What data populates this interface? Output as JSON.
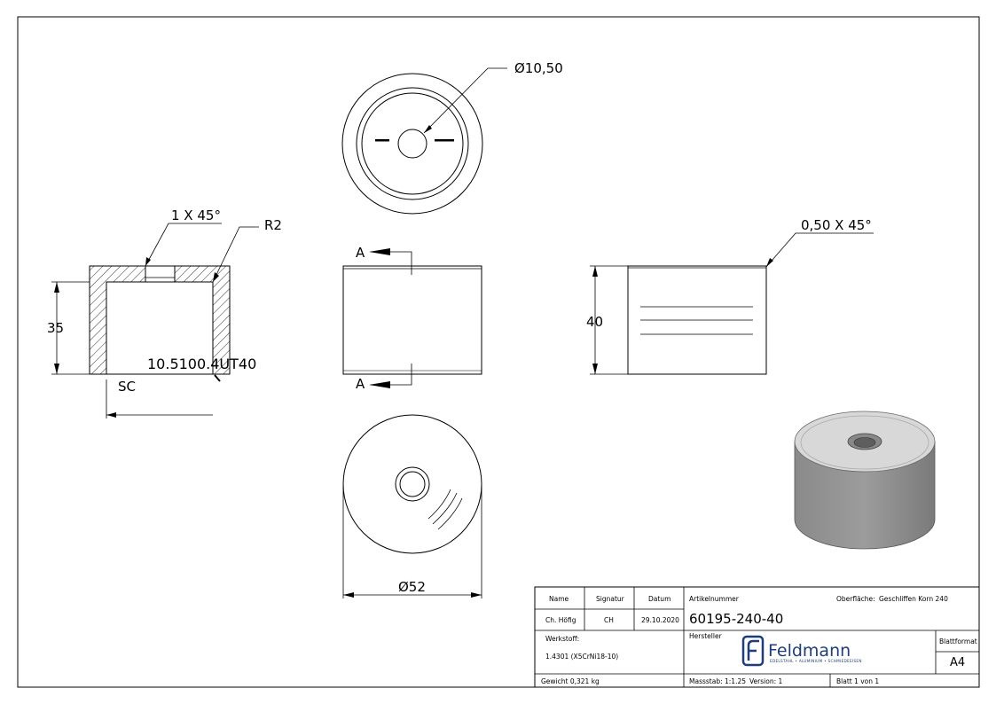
{
  "dimensions": {
    "chamfer_section": "1 X 45°",
    "radius": "R2",
    "height_section": "35",
    "hole_diameter": "Ø10,50",
    "section_label": "A",
    "chamfer_side": "0,50 X 45°",
    "height_side": "40",
    "outer_diameter": "Ø52",
    "part_stamp": "10.5100.4UT40",
    "section_caption": "SC"
  },
  "title_block": {
    "headers": {
      "name": "Name",
      "signature": "Signatur",
      "date": "Datum"
    },
    "drawn_by": {
      "name": "Ch. Höfig",
      "signature": "CH",
      "date": "29.10.2020"
    },
    "article_label": "Artikelnummer",
    "article_number": "60195-240-40",
    "surface_label": "Oberfläche:",
    "surface_value": "Geschliffen Korn 240",
    "material_label": "Werkstoff:",
    "material_value": "1.4301 (X5CrNi18-10)",
    "manufacturer_label": "Hersteller",
    "sheet_format_label": "Blattformat",
    "sheet_format_value": "A4",
    "weight": "Gewicht 0,321 kg",
    "scale": "Massstab: 1:1.25",
    "version": "Version: 1",
    "sheet": "Blatt 1 von 1"
  },
  "logo": {
    "brand": "Feldmann",
    "tagline": "EDELSTAHL • ALUMINIUM • SCHMIEDEEISEN",
    "color": "#1f3d7a"
  }
}
